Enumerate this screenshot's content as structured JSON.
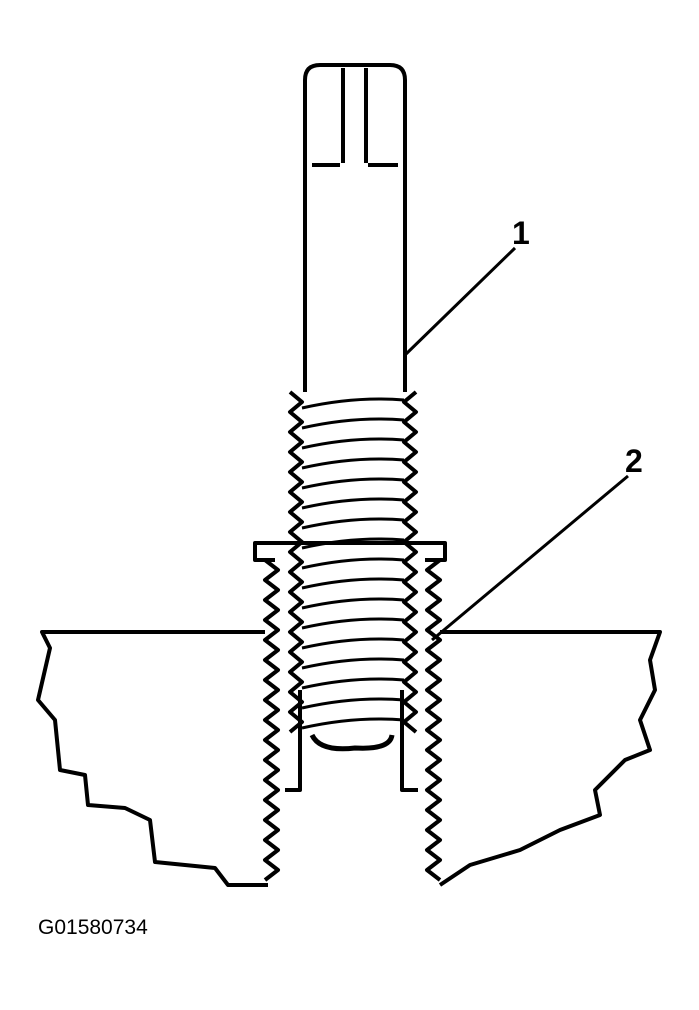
{
  "diagram": {
    "callouts": [
      {
        "number": "1"
      },
      {
        "number": "2"
      }
    ],
    "figure_id": "G01580734",
    "line_color": "#000000",
    "background": "#ffffff"
  }
}
